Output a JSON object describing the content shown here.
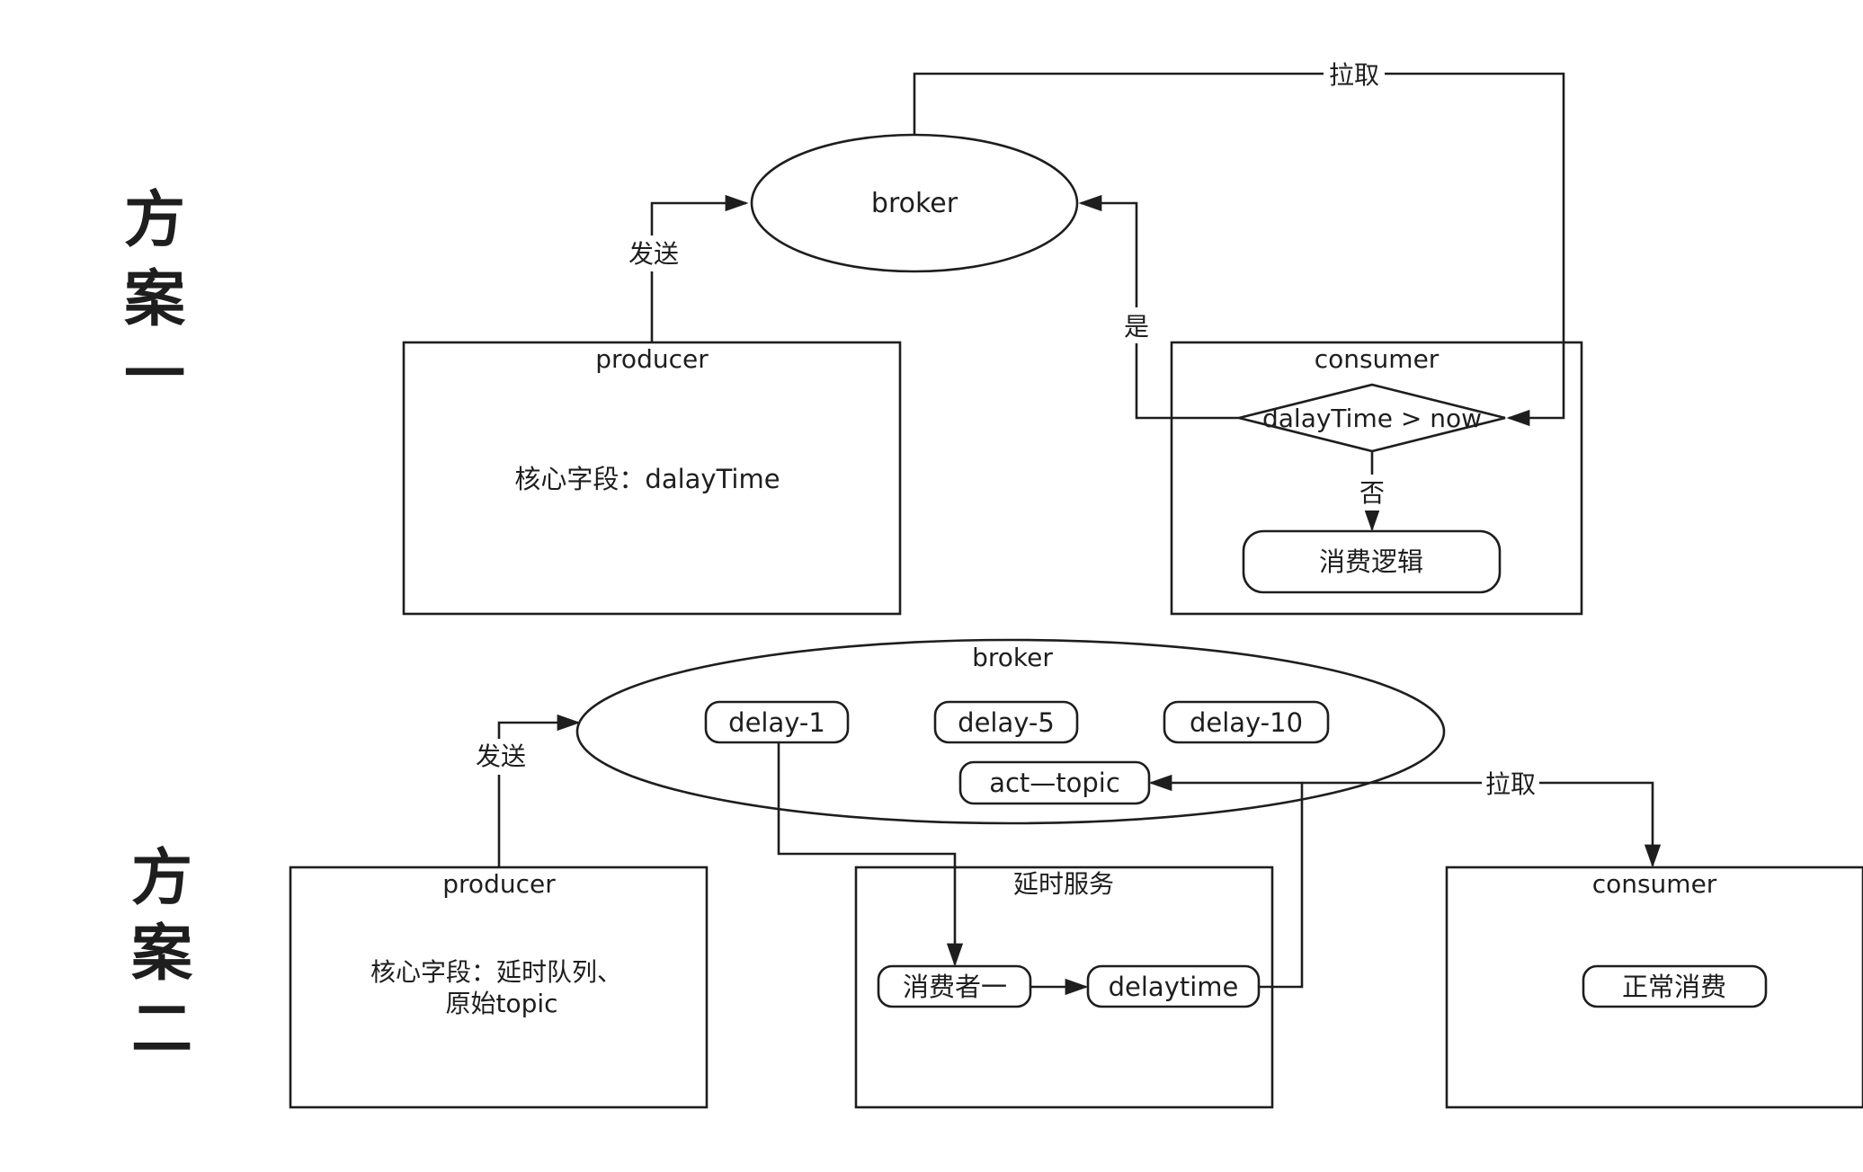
{
  "plan_one": {
    "side_title": [
      "方",
      "案",
      "一"
    ],
    "broker": "broker",
    "producer": {
      "title": "producer",
      "body": "核心字段：dalayTime"
    },
    "consumer": {
      "title": "consumer",
      "decision": "dalayTime > now",
      "action": "消费逻辑"
    },
    "edges": {
      "send": "发送",
      "pull": "拉取",
      "yes": "是",
      "no": "否"
    }
  },
  "plan_two": {
    "side_title": [
      "方",
      "案",
      "二"
    ],
    "broker": {
      "title": "broker",
      "topics": [
        "delay-1",
        "delay-5",
        "delay-10",
        "act—topic"
      ]
    },
    "producer": {
      "title": "producer",
      "body_lines": [
        "核心字段：延时队列、",
        "原始topic"
      ]
    },
    "delay_service": {
      "title": "延时服务",
      "consumer_one": "消费者一",
      "delaytime": "delaytime"
    },
    "consumer": {
      "title": "consumer",
      "action": "正常消费"
    },
    "edges": {
      "send": "发送",
      "pull": "拉取"
    }
  }
}
